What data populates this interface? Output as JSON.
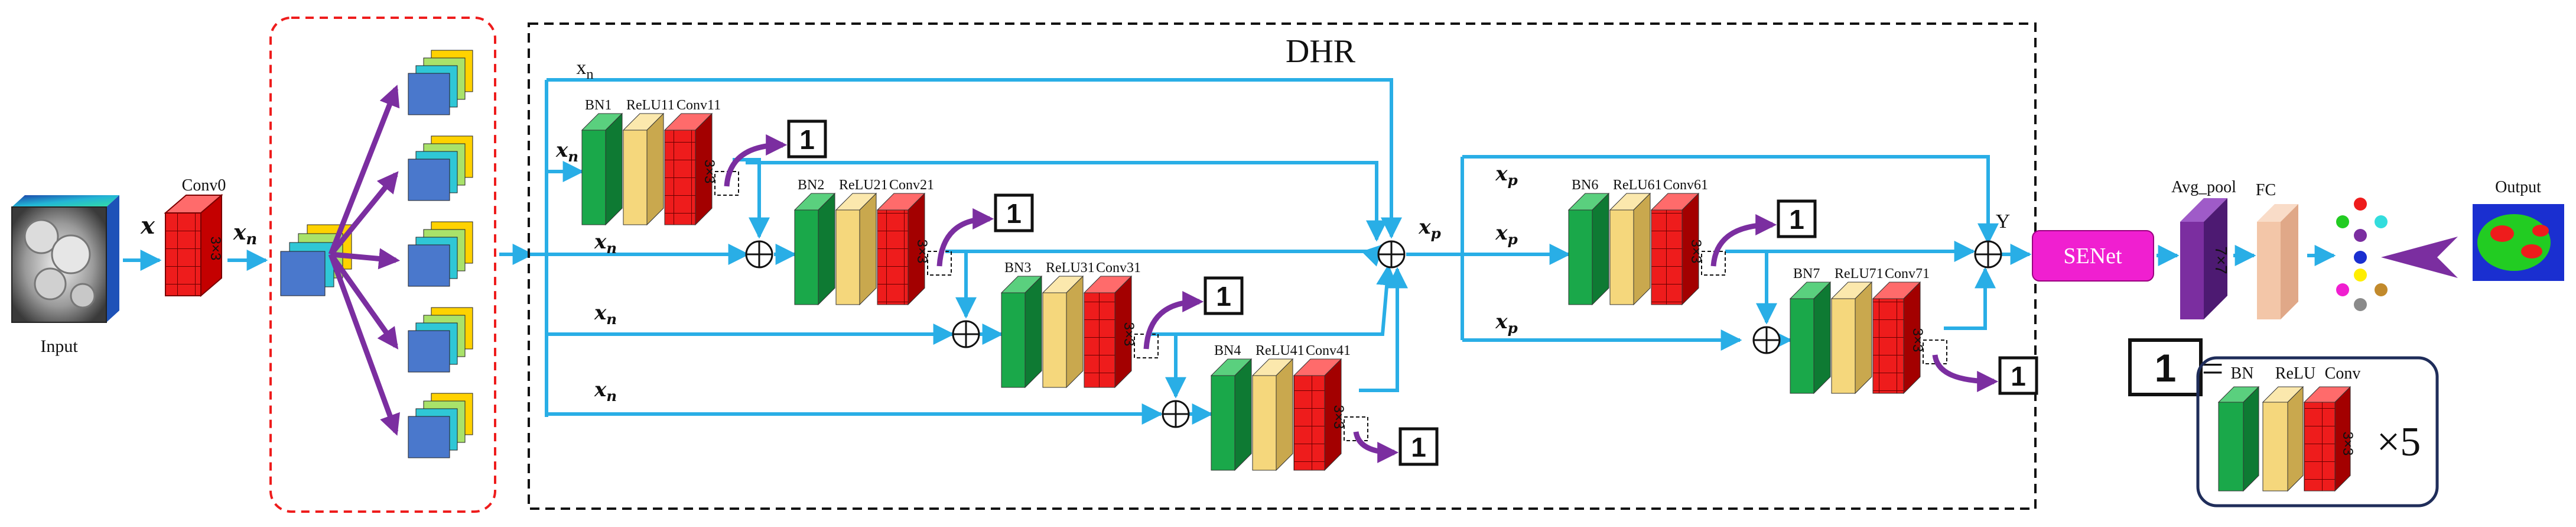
{
  "title": "DHR",
  "input_label": "Input",
  "conv0_label": "Conv0",
  "symbol_x": "x",
  "symbol_xn": "xn",
  "symbol_xp": "xp",
  "symbol_y": "Y",
  "kernel": "3×3",
  "blocks": [
    {
      "bn": "BN1",
      "relu": "ReLU11",
      "conv": "Conv11"
    },
    {
      "bn": "BN2",
      "relu": "ReLU21",
      "conv": "Conv21"
    },
    {
      "bn": "BN3",
      "relu": "ReLU31",
      "conv": "Conv31"
    },
    {
      "bn": "BN4",
      "relu": "ReLU41",
      "conv": "Conv41"
    },
    {
      "bn": "BN6",
      "relu": "ReLU61",
      "conv": "Conv61"
    },
    {
      "bn": "BN7",
      "relu": "ReLU71",
      "conv": "Conv71"
    }
  ],
  "senet_label": "SENet",
  "avgpool_label": "Avg_pool",
  "avgpool_kernel": "7×7",
  "fc_label": "FC",
  "output_label": "Output",
  "legend": {
    "key": "1",
    "eq": "=",
    "bn": "BN",
    "relu": "ReLU",
    "conv": "Conv",
    "times": "×5"
  },
  "colors": {
    "bn": "#1aa84a",
    "relu": "#f5d77c",
    "conv": "#ee1c1c",
    "arrow": "#29aee6",
    "purple": "#7b2ea0",
    "senet": "#f01fd0",
    "fc": "#f3c6a8"
  }
}
